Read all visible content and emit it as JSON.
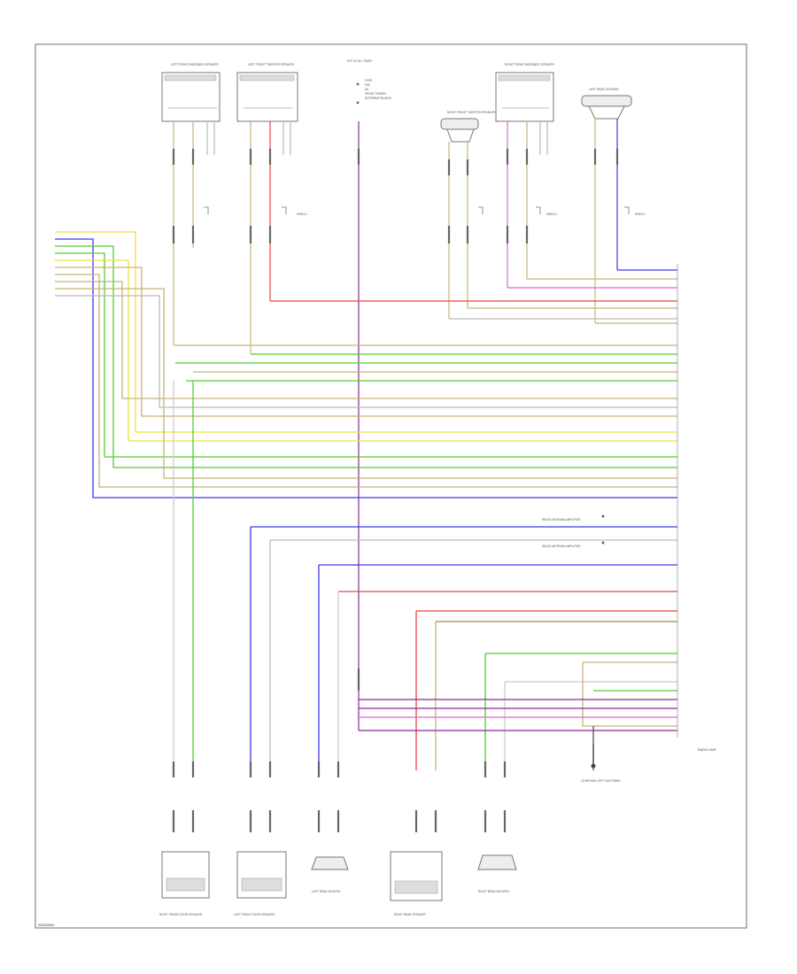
{
  "footer_code": "W/Z00000",
  "top_note": "HOT AT ALL TIMES",
  "fuse_note": "FUSE F65 5A\nFRONT POWER DISTRIBUTION BOX",
  "ground_label": "G2 BEHIND LEFT KICK PANEL",
  "module_label": "RADIO UNIT",
  "colors": {
    "tan": "#c8b478",
    "blue": "#3a3ae6",
    "green": "#55cc33",
    "yellow": "#f0e040",
    "red": "#ee4444",
    "violet": "#8a2a9a",
    "pink": "#e066d6",
    "gray": "#bbbbbb",
    "brown": "#a08858"
  },
  "top_components": [
    {
      "label": "LEFT FRONT MIDRANGE SPEAKER"
    },
    {
      "label": "LEFT FRONT TWEETER SPEAKER"
    },
    {
      "label": "RIGHT FRONT TWEETER SPEAKER"
    },
    {
      "label": "RIGHT FRONT MIDRANGE SPEAKER"
    },
    {
      "label": "LEFT REAR SPEAKER"
    }
  ],
  "bottom_components": [
    {
      "label": "RIGHT FRONT DOOR SPEAKER"
    },
    {
      "label": "LEFT FRONT DOOR SPEAKER"
    },
    {
      "label": "LEFT REAR WOOFER"
    },
    {
      "label": "RIGHT REAR SPEAKER"
    },
    {
      "label": "RIGHT REAR WOOFER"
    }
  ],
  "shield_label": "SHIELD",
  "side_notes": [
    "RADIO ANTENNA AMPLIFIER",
    "RADIO ANTENNA AMPLIFIER"
  ]
}
